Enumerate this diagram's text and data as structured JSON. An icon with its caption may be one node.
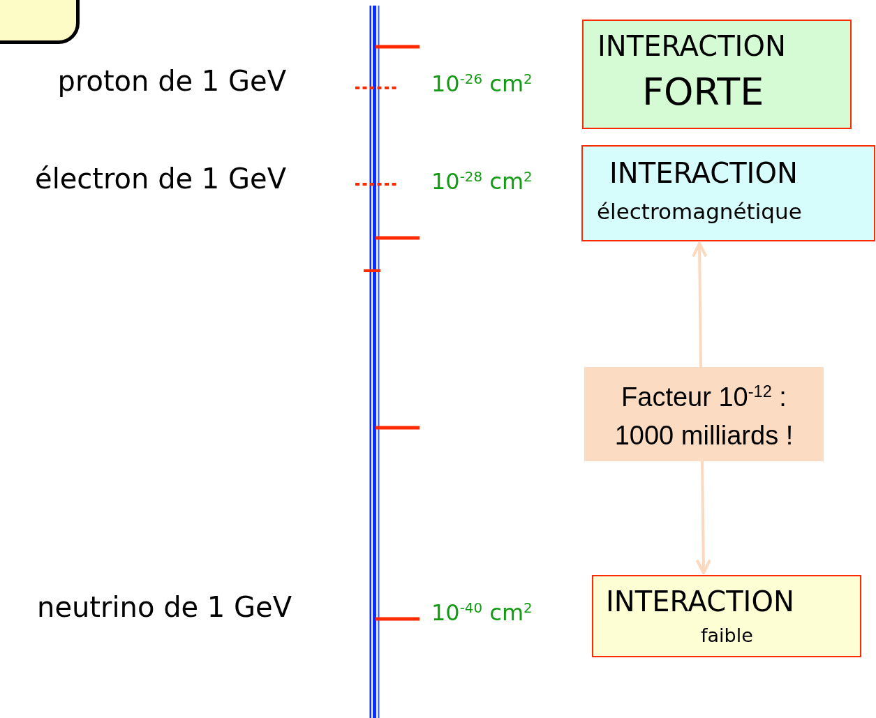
{
  "diagram": {
    "nodes": [
      {
        "text": [],
        "shape": "box"
      },
      {
        "text": [
          "INTERACTION",
          "FORTE"
        ]
      },
      {
        "text": [
          "INTERACTION",
          "électromagnétique"
        ]
      },
      {
        "text": [
          "Facteur 10$^{-12}$ : 1000 milliards !"
        ]
      },
      {
        "text": [
          "INTERACTION",
          "faible"
        ]
      }
    ],
    "edges": [
      {
        "from": 3,
        "to": 2,
        "arrow": "to"
      },
      {
        "from": 3,
        "to": 4,
        "arrow": "to"
      }
    ],
    "labels": [
      "proton de 1 GeV",
      "10$^{-26}$ cm$^{2}$",
      "électron de 1 GeV",
      "10$^{-28}$ cm$^{2}$",
      "neutrino de 1 GeV",
      "10$^{-40}$ cm$^{2}$"
    ]
  }
}
